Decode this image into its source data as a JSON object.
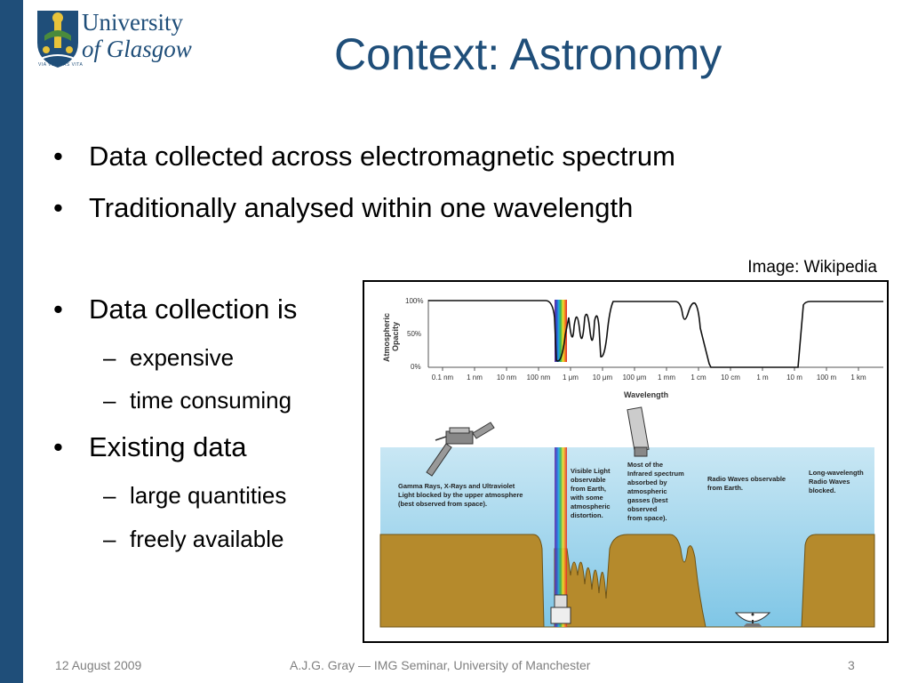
{
  "slide": {
    "title": "Context: Astronomy",
    "logo": {
      "line1": "University",
      "line2": "of Glasgow",
      "motto": "VIA VERITAS VITA"
    },
    "bullets": [
      "Data collected across electromagnetic spectrum",
      "Traditionally analysed within one wavelength",
      "Data collection is",
      "Existing data"
    ],
    "subbullets": {
      "collection": [
        "expensive",
        "time consuming"
      ],
      "existing": [
        "large quantities",
        "freely available"
      ]
    },
    "image_credit": "Image: Wikipedia",
    "footer": {
      "date": "12 August 2009",
      "center": "A.J.G. Gray — IMG Seminar, University of Manchester",
      "page": "3"
    }
  },
  "figure": {
    "y_axis_label_1": "Atmospheric",
    "y_axis_label_2": "Opacity",
    "y_ticks": [
      "100%",
      "50%",
      "0%"
    ],
    "x_ticks": [
      "0.1 nm",
      "1 nm",
      "10 nm",
      "100 nm",
      "1 μm",
      "10 μm",
      "100 μm",
      "1 mm",
      "1 cm",
      "10 cm",
      "1 m",
      "10 m",
      "100 m",
      "1 km"
    ],
    "x_axis_label": "Wavelength",
    "annotations": {
      "gamma": [
        "Gamma Rays, X-Rays and Ultraviolet",
        "Light blocked by the upper atmosphere",
        "(best observed from space)."
      ],
      "visible": [
        "Visible Light",
        "observable",
        "from Earth,",
        "with some",
        "atmospheric",
        "distortion."
      ],
      "infrared": [
        "Most of the",
        "Infrared spectrum",
        "absorbed by",
        "atmospheric",
        "gasses (best",
        "observed",
        "from space)."
      ],
      "radio": [
        "Radio Waves observable",
        "from Earth."
      ],
      "long": [
        "Long-wavelength",
        "Radio Waves",
        "blocked."
      ]
    },
    "colors": {
      "sky_top": "#c9e7f4",
      "sky_bottom": "#7fc6e6",
      "ground": "#b58a2c",
      "ground_dark": "#6f5416"
    }
  }
}
